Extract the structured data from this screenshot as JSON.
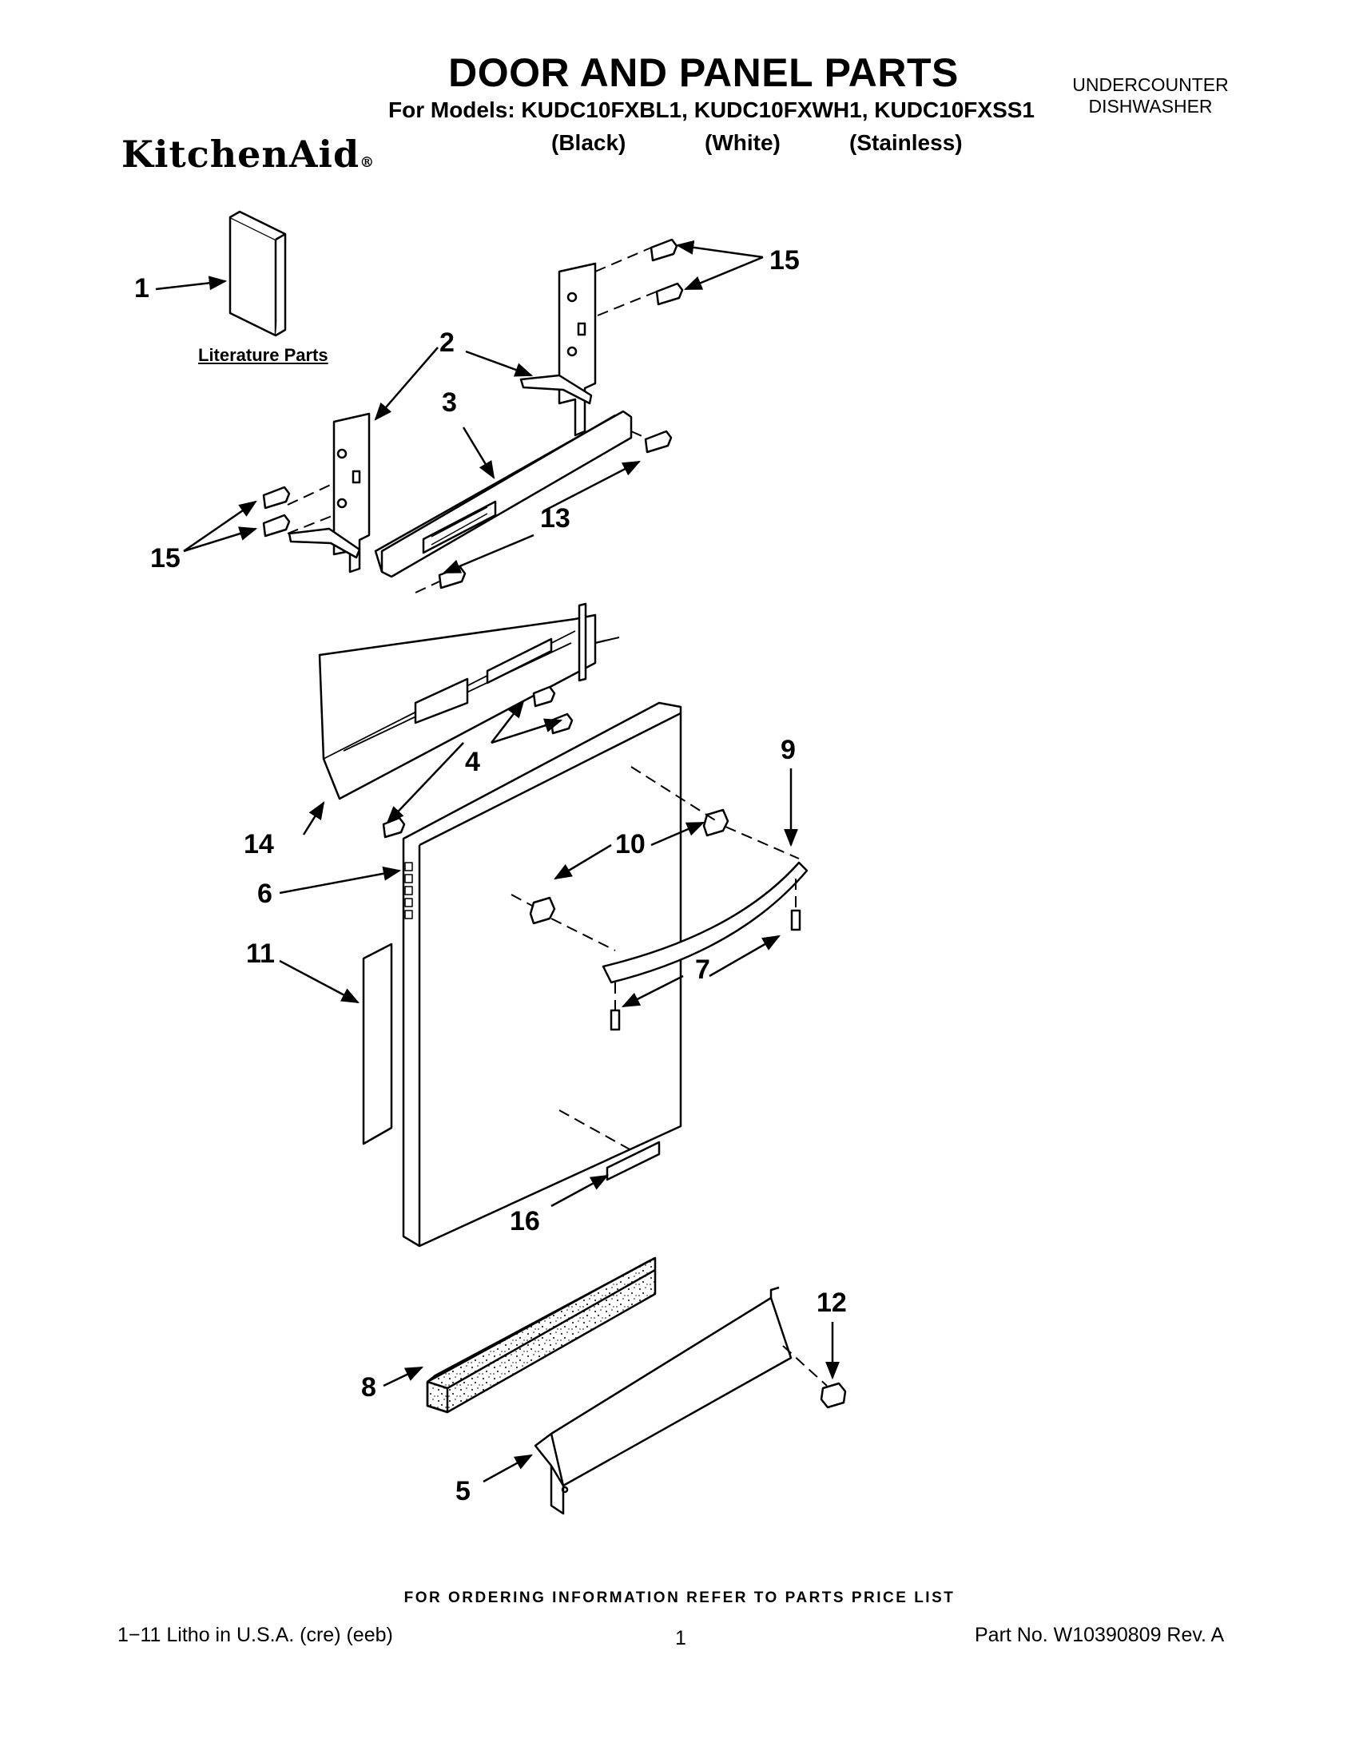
{
  "header": {
    "title": "DOOR AND PANEL PARTS",
    "models_line": "For Models: KUDC10FXBL1, KUDC10FXWH1, KUDC10FXSS1",
    "color_labels": [
      "(Black)",
      "(White)",
      "(Stainless)"
    ],
    "appliance_line1": "UNDERCOUNTER",
    "appliance_line2": "DISHWASHER",
    "brand": "KitchenAid",
    "brand_mark": "®"
  },
  "diagram": {
    "literature_label": "Literature Parts",
    "callouts": [
      "1",
      "2",
      "3",
      "4",
      "5",
      "6",
      "7",
      "8",
      "9",
      "10",
      "11",
      "12",
      "13",
      "14",
      "15",
      "15",
      "16"
    ]
  },
  "footer": {
    "ordering": "FOR ORDERING INFORMATION REFER TO PARTS PRICE LIST",
    "litho": "1−11 Litho in U.S.A. (cre) (eeb)",
    "page_number": "1",
    "part_number": "Part No. W10390809 Rev. A"
  }
}
